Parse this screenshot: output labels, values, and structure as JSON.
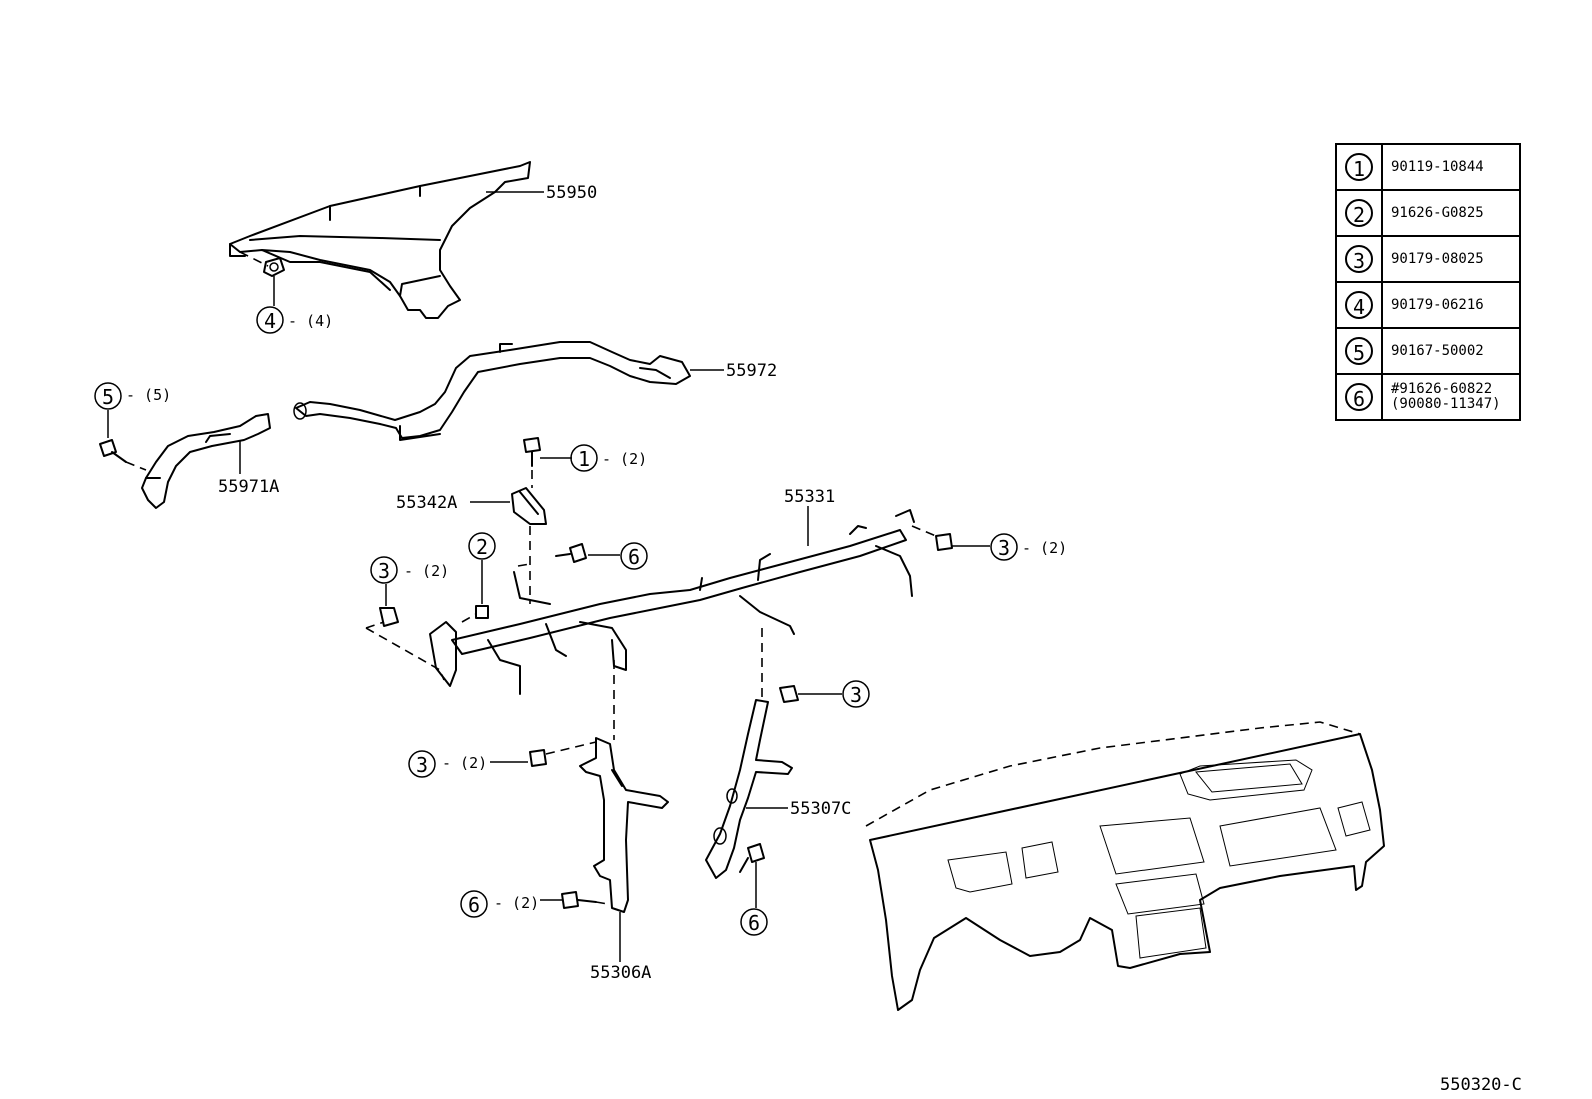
{
  "diagram_code": "550320-C",
  "legend": [
    {
      "num": "1",
      "part": "90119-10844",
      "alt": ""
    },
    {
      "num": "2",
      "part": "91626-G0825",
      "alt": ""
    },
    {
      "num": "3",
      "part": "90179-08025",
      "alt": ""
    },
    {
      "num": "4",
      "part": "90179-06216",
      "alt": ""
    },
    {
      "num": "5",
      "part": "90167-50002",
      "alt": ""
    },
    {
      "num": "6",
      "part": "#91626-60822",
      "alt": "(90080-11347)"
    }
  ],
  "parts": {
    "p55950": "55950",
    "p55972": "55972",
    "p55971A": "55971A",
    "p55342A": "55342A",
    "p55331": "55331",
    "p55307C": "55307C",
    "p55306A": "55306A"
  },
  "callouts": {
    "c4_top": {
      "num": "4",
      "qty": "- (4)"
    },
    "c5_left": {
      "num": "5",
      "qty": "- (5)"
    },
    "c1_top": {
      "num": "1",
      "qty": "- (2)"
    },
    "c2_mid": {
      "num": "2",
      "qty": ""
    },
    "c3_left": {
      "num": "3",
      "qty": "- (2)"
    },
    "c6_mid": {
      "num": "6",
      "qty": ""
    },
    "c3_right": {
      "num": "3",
      "qty": "- (2)"
    },
    "c3_mid": {
      "num": "3",
      "qty": ""
    },
    "c3_lower": {
      "num": "3",
      "qty": "- (2)"
    },
    "c6_lower": {
      "num": "6",
      "qty": "- (2)"
    },
    "c6_bottom": {
      "num": "6",
      "qty": ""
    }
  }
}
